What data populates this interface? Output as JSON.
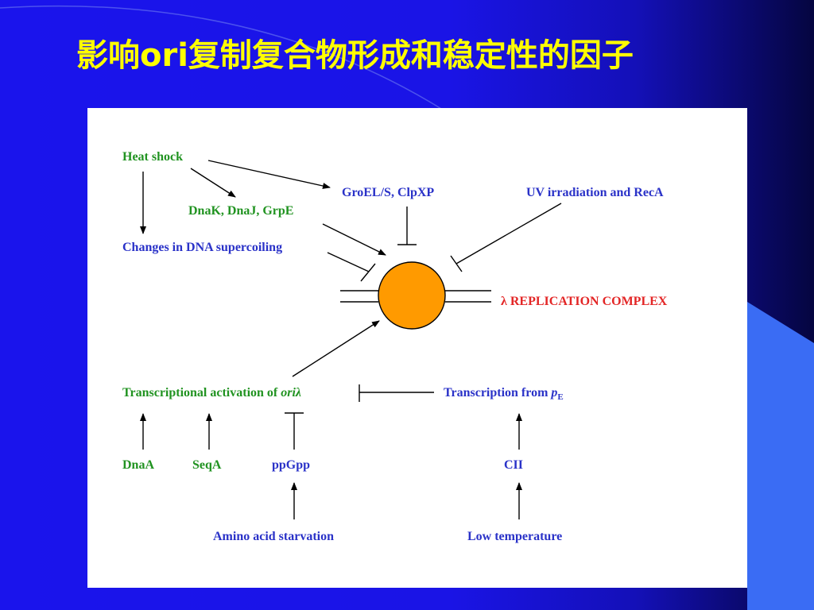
{
  "slide": {
    "title": "影响ori复制复合物形成和稳定性的因子"
  },
  "colors": {
    "background": "#1a14e6",
    "title": "#ffff00",
    "green_labels": "#219321",
    "blue_labels": "#2a32c8",
    "red_label": "#e32626",
    "circle_fill": "#ff9a00"
  },
  "diagram": {
    "heat_shock": "Heat shock",
    "groel_clpxp": "GroEL/S, ClpXP",
    "uv_reca": "UV irradiation and RecA",
    "dnak_dnaj_grpe": "DnaK, DnaJ, GrpE",
    "dna_supercoiling": "Changes in DNA supercoiling",
    "replication_complex": "λ REPLICATION COMPLEX",
    "transcriptional_activation_prefix": "Transcriptional activation of ",
    "transcriptional_activation_ori": "oriλ",
    "transcription_from_prefix": "Transcription from ",
    "transcription_from_p": "p",
    "transcription_from_sub": "E",
    "dnaa": "DnaA",
    "seqa": "SeqA",
    "ppgpp": "ppGpp",
    "cii": "CII",
    "amino_acid_starvation": "Amino acid starvation",
    "low_temperature": "Low temperature"
  }
}
